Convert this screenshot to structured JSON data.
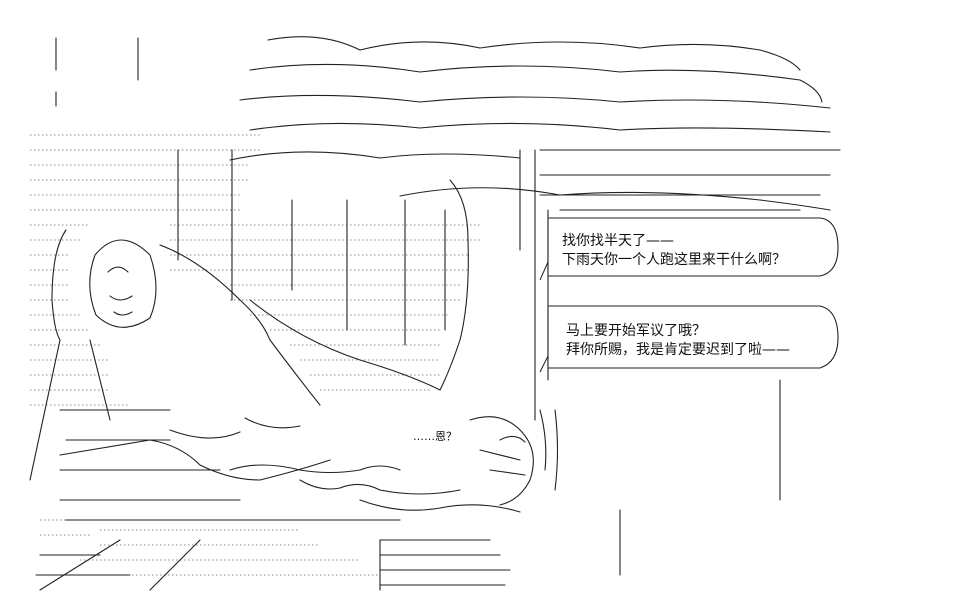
{
  "bubbles": [
    {
      "lines": [
        "找你找半天了——",
        "下雨天你一个人跑这里来干什么啊？"
      ]
    },
    {
      "lines": [
        "马上要开始军议了哦？",
        "拜你所赐，我是肯定要迟到了啦——"
      ]
    }
  ],
  "art_text": {
    "exclaim": "……恩？"
  },
  "colors": {
    "ink": "#222222",
    "background": "#ffffff"
  }
}
